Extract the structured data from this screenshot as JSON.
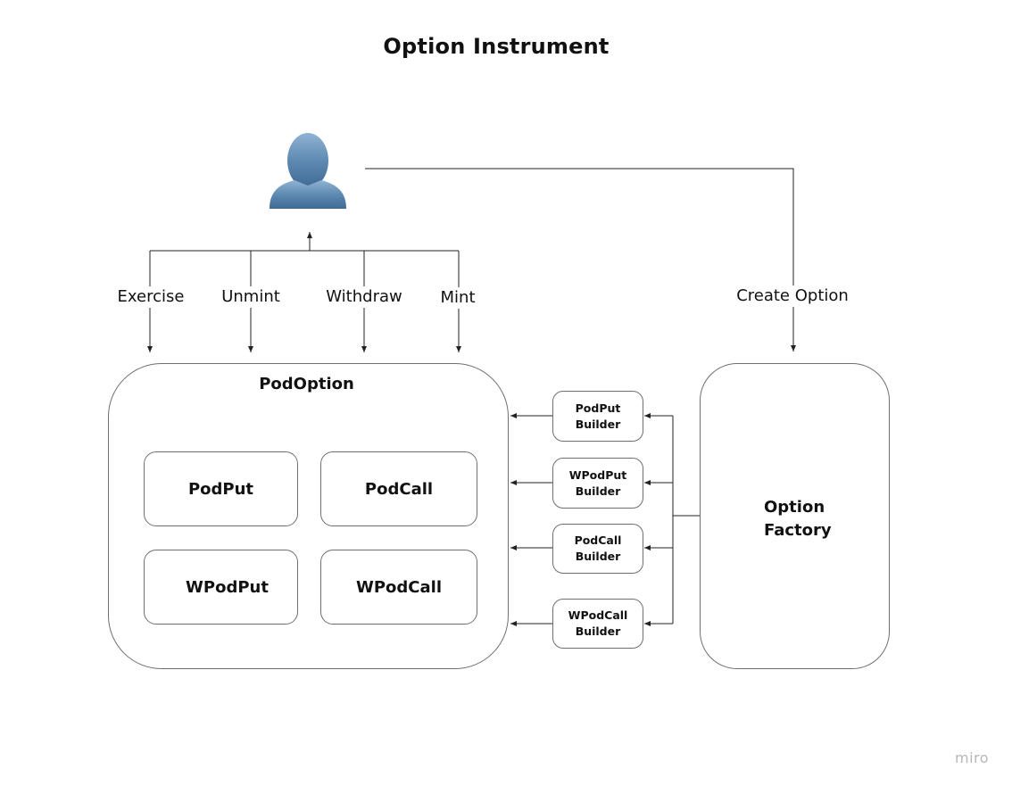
{
  "title": "Option Instrument",
  "colors": {
    "user_icon_fill": "#5b86ae",
    "line": "#222222",
    "box_border": "#6f6f6f",
    "watermark": "#b7b7b7"
  },
  "user": {
    "icon": "user-icon"
  },
  "actions": [
    {
      "label": "Exercise"
    },
    {
      "label": "Unmint"
    },
    {
      "label": "Withdraw"
    },
    {
      "label": "Mint"
    }
  ],
  "create_edge_label": "Create Option",
  "pod_option": {
    "label": "PodOption",
    "items": [
      {
        "label": "PodPut"
      },
      {
        "label": "PodCall"
      },
      {
        "label": "WPodPut"
      },
      {
        "label": "WPodCall"
      }
    ]
  },
  "builders": [
    {
      "label": "PodPut\nBuilder"
    },
    {
      "label": "WPodPut\nBuilder"
    },
    {
      "label": "PodCall\nBuilder"
    },
    {
      "label": "WPodCall\nBuilder"
    }
  ],
  "factory": {
    "label": "Option\nFactory"
  },
  "watermark": "miro"
}
